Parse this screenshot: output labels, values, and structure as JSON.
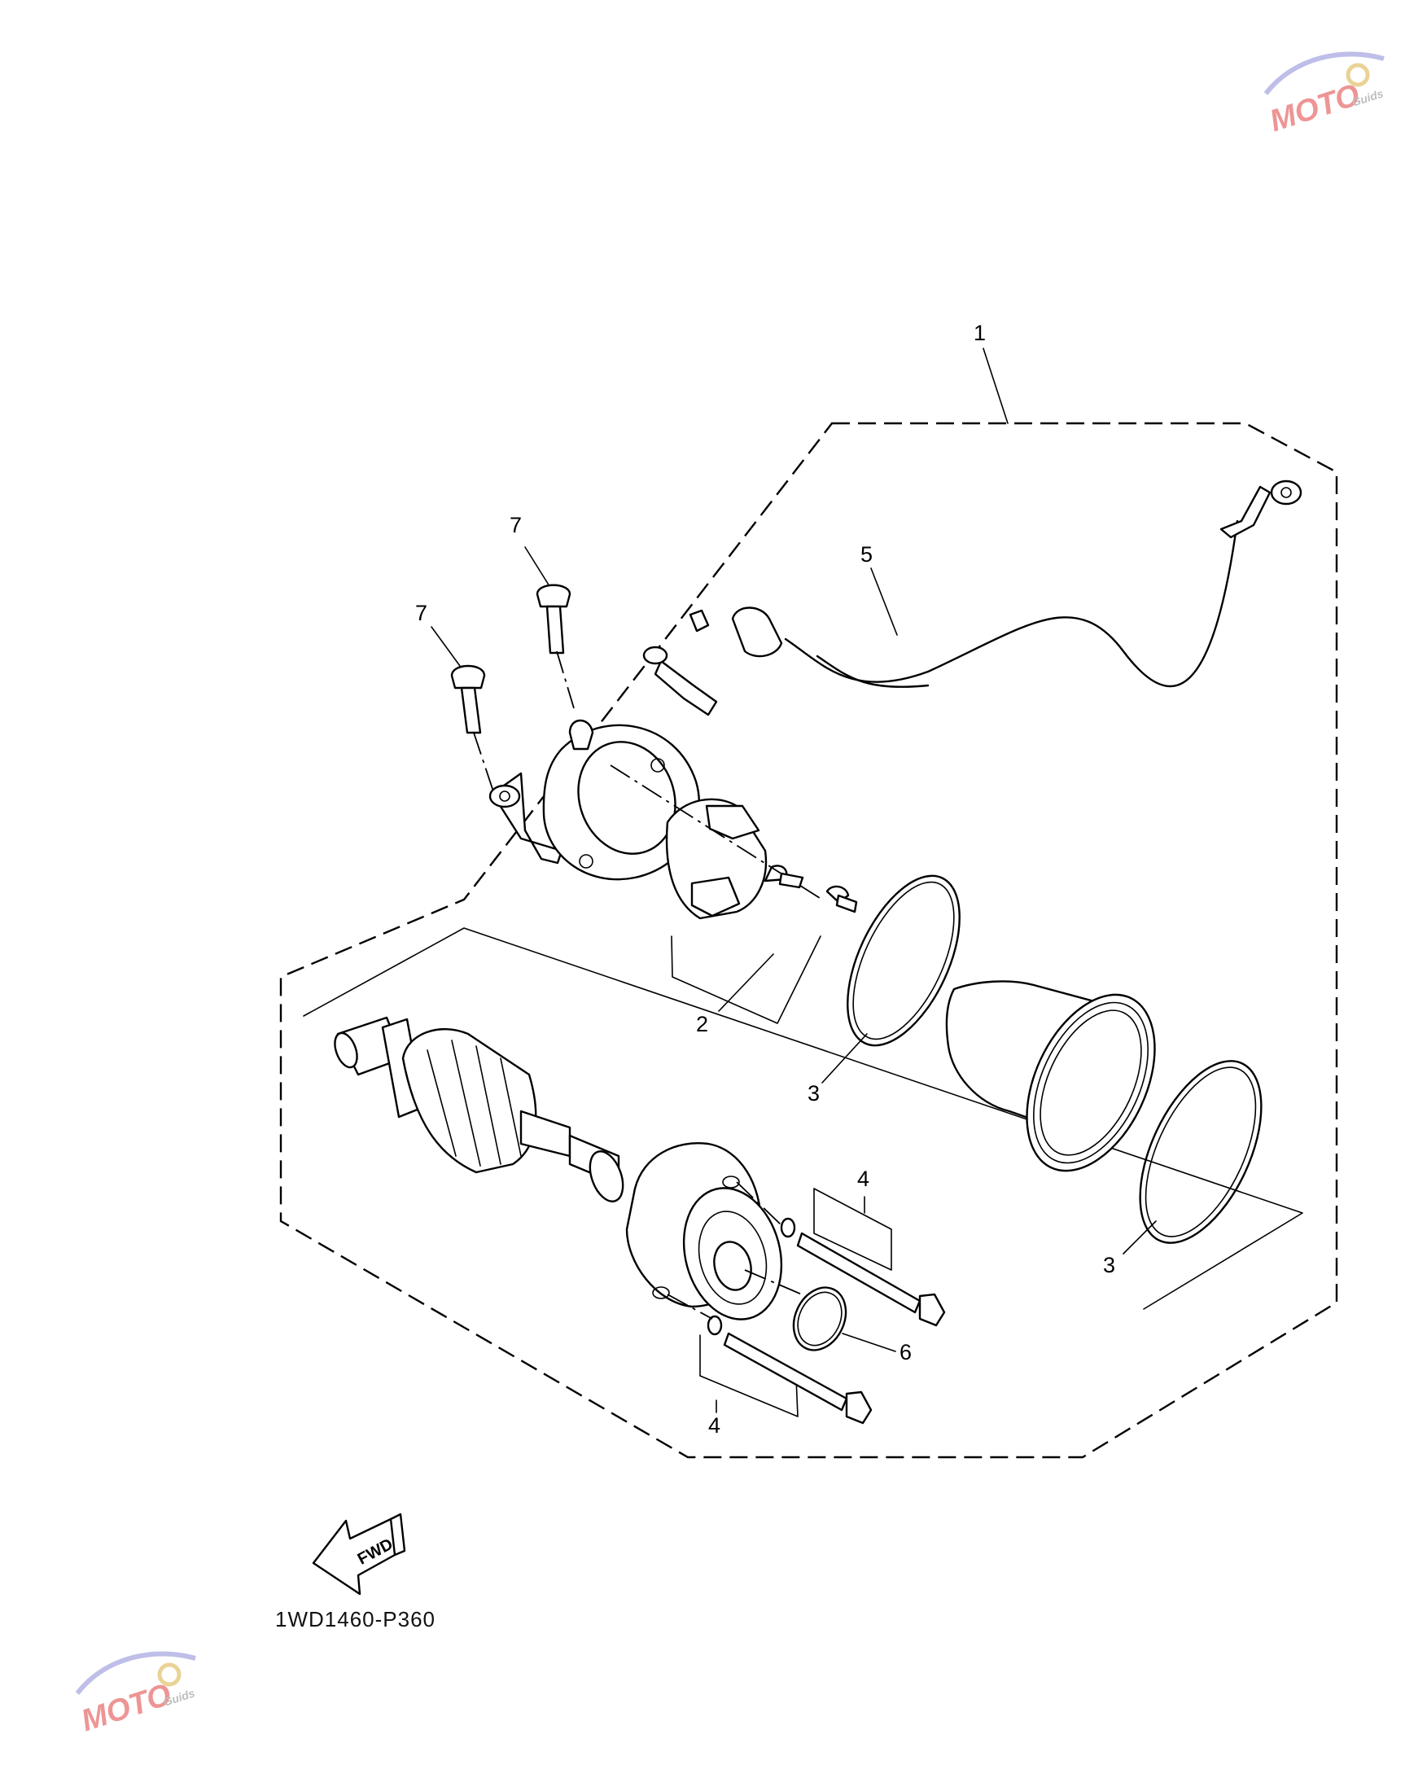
{
  "diagram": {
    "drawing_code": "1WD1460-P360",
    "fwd_label": "FWD",
    "watermark_text": "MOTO",
    "watermark_subtext": "Guids",
    "callouts": [
      "1",
      "2",
      "3",
      "3",
      "4",
      "4",
      "5",
      "6",
      "7",
      "7"
    ]
  }
}
